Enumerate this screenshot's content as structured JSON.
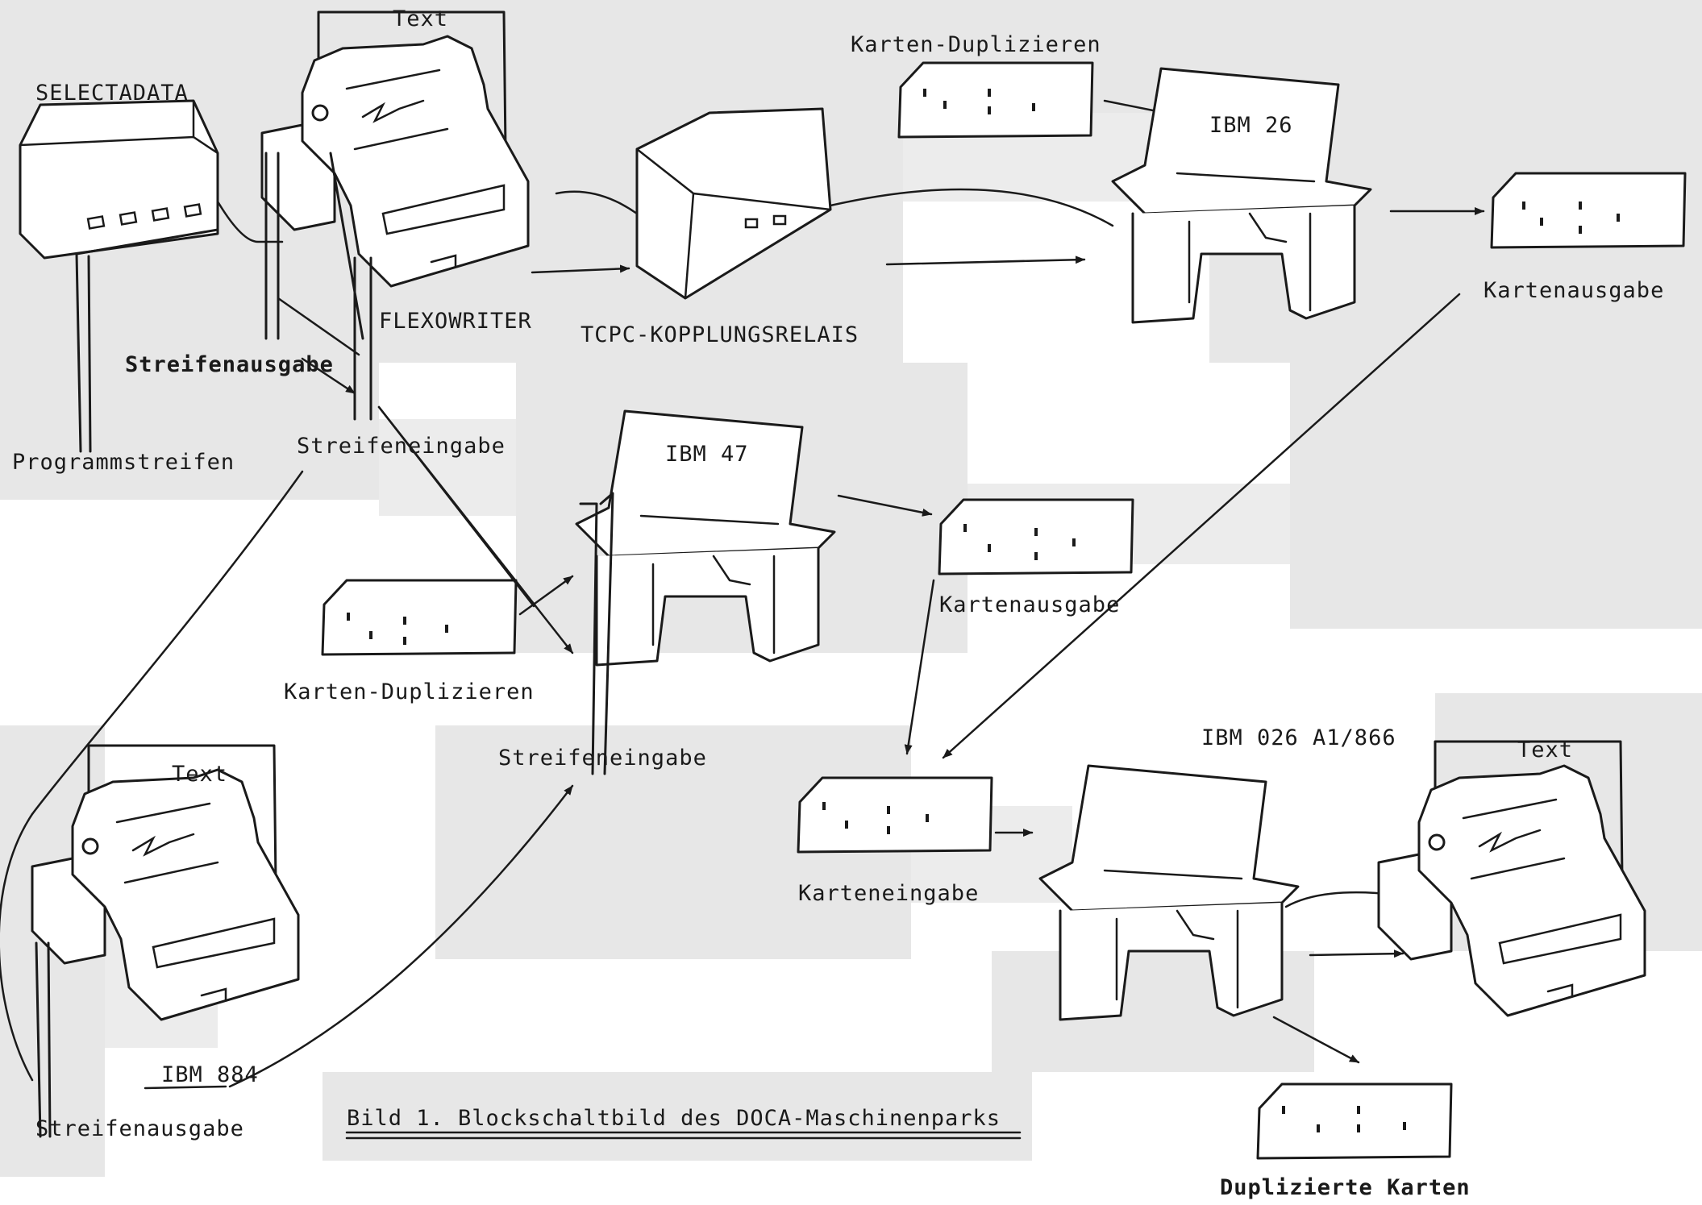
{
  "figure": {
    "caption": "Bild 1. Blockschaltbild des DOCA-Maschinenparks"
  },
  "labels": {
    "selectadata": "SELECTADATA",
    "text_top": "Text",
    "flexowriter": "FLEXOWRITER",
    "karten_duplizieren_top": "Karten-Duplizieren",
    "ibm26": "IBM 26",
    "kartenausgabe_right": "Kartenausgabe",
    "tcpc": "TCPC-KOPPLUNGSRELAIS",
    "streifenausgabe_top": "Streifenausgabe",
    "programmstreifen": "Programmstreifen",
    "streifeneingabe_top": "Streifeneingabe",
    "ibm47": "IBM 47",
    "kartenausgabe_mid": "Kartenausgabe",
    "karten_duplizieren_mid": "Karten-Duplizieren",
    "streifeneingabe_mid": "Streifeneingabe",
    "text_bottom_left": "Text",
    "ibm884": "IBM 884",
    "streifenausgabe_bottom": "Streifenausgabe",
    "ibm026": "IBM 026 A1/866",
    "text_bottom_right": "Text",
    "karteneingabe": "Karteneingabe",
    "duplizierte_karten": "Duplizierte Karten"
  }
}
